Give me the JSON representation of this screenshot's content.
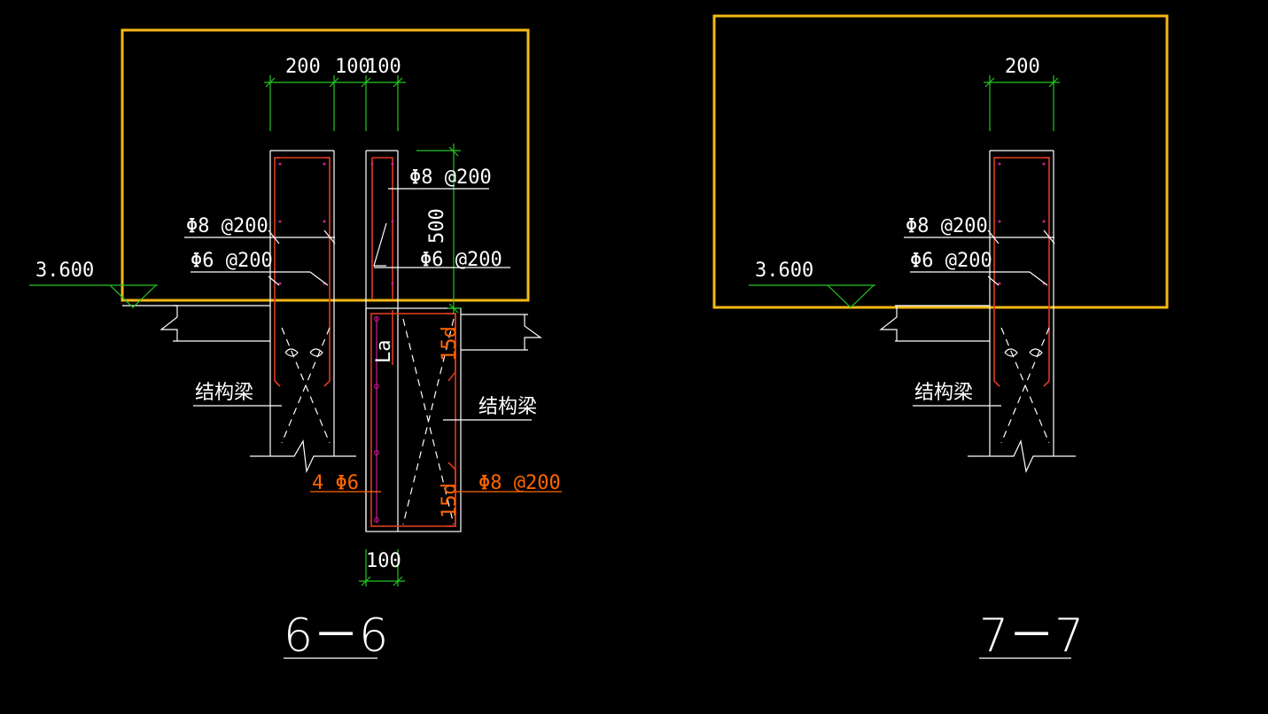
{
  "colors": {
    "background": "#000000",
    "lines": "#ffffff",
    "dimension": "#22c722",
    "rebar": "#e03a1e",
    "rebar_alt": "#c8208c",
    "annotation_orange": "#ff6600",
    "selection_box": "#f5b814"
  },
  "section_6_6": {
    "title": "6－6",
    "dim_top": [
      "200",
      "100",
      "100"
    ],
    "dim_bottom": "100",
    "dim_vertical": "500",
    "label_rebar_1": "Φ8 @200",
    "label_rebar_2": "Φ6 @200",
    "label_rebar_3": "Φ8 @200",
    "label_rebar_4": "Φ6 @200",
    "label_rebar_5": "Φ8 @200",
    "label_bars": "4 Φ6",
    "label_anchor_1": "15d",
    "label_anchor_2": "15d",
    "label_la": "La",
    "elevation": "3.600",
    "beam_label_1": "结构梁",
    "beam_label_2": "结构梁"
  },
  "section_7_7": {
    "title": "7－7",
    "dim_top": "200",
    "label_rebar_1": "Φ8 @200",
    "label_rebar_2": "Φ6 @200",
    "elevation": "3.600",
    "beam_label": "结构梁"
  }
}
